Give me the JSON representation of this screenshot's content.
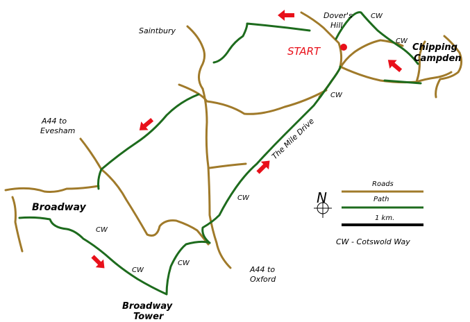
{
  "colors": {
    "road": "#a07a2a",
    "path": "#1d6b1d",
    "km_bar": "#000000",
    "arrow": "#e8101a",
    "start_dot": "#e8101a",
    "start_text": "#e8101a",
    "background": "#ffffff"
  },
  "places": {
    "saintbury": "Saintbury",
    "dovers_hill_1": "Dover's",
    "dovers_hill_2": "Hill",
    "chipping_campden_1": "Chipping",
    "chipping_campden_2": "Campden",
    "a44_evesham_1": "A44 to",
    "a44_evesham_2": "Evesham",
    "broadway": "Broadway",
    "broadway_tower_1": "Broadway",
    "broadway_tower_2": "Tower",
    "a44_oxford_1": "A44 to",
    "a44_oxford_2": "Oxford",
    "mile_drive": "The Mile Drive"
  },
  "start_label": "START",
  "cw_labels": [
    "CW",
    "CW",
    "CW",
    "CW",
    "CW",
    "CW",
    "CW"
  ],
  "legend": {
    "north": "N",
    "roads": "Roads",
    "path": "Path",
    "km": "1 km.",
    "cw_note": "CW - Cotswold Way"
  }
}
